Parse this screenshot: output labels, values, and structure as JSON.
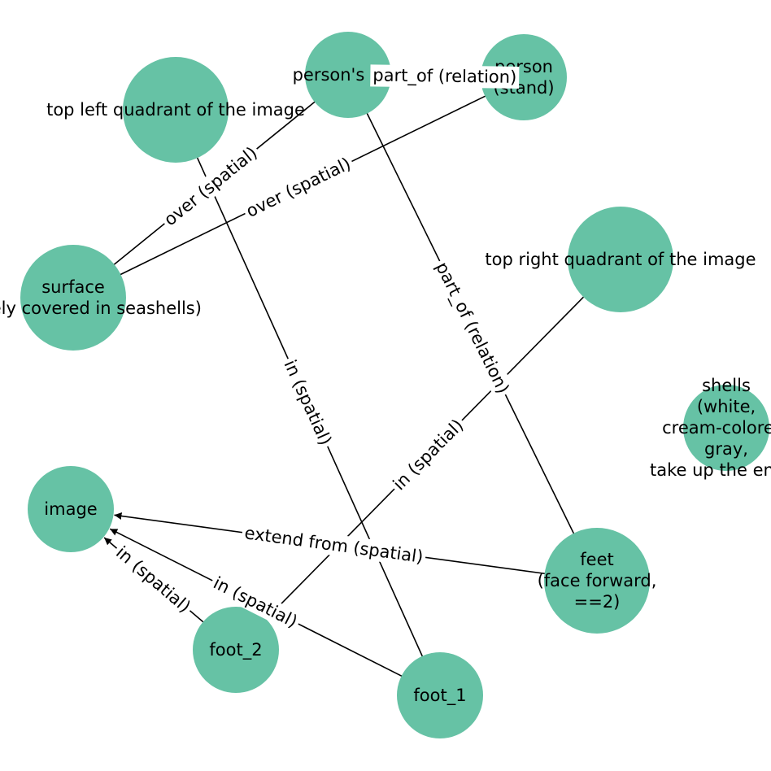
{
  "colors": {
    "node_fill": "#66c2a5",
    "edge": "#000000",
    "background": "#ffffff"
  },
  "nodes": [
    {
      "id": "tlq",
      "lines": [
        "top left quadrant of the image"
      ]
    },
    {
      "id": "pfeet",
      "lines": [
        "person's feet"
      ]
    },
    {
      "id": "person",
      "lines": [
        "person",
        "(stand)"
      ]
    },
    {
      "id": "surface",
      "lines": [
        "surface",
        "(entirely covered in seashells)"
      ]
    },
    {
      "id": "trq",
      "lines": [
        "top right quadrant of the image"
      ]
    },
    {
      "id": "shells",
      "lines": [
        "shells",
        "(white,",
        "cream-colored,",
        "gray,",
        "take up the entire"
      ]
    },
    {
      "id": "image",
      "lines": [
        "image"
      ]
    },
    {
      "id": "feet",
      "lines": [
        "feet",
        "(face forward,",
        "==2)"
      ]
    },
    {
      "id": "foot2",
      "lines": [
        "foot_2"
      ]
    },
    {
      "id": "foot1",
      "lines": [
        "foot_1"
      ]
    }
  ],
  "edges": [
    {
      "source": "pfeet",
      "target": "surface",
      "label": "over (spatial)"
    },
    {
      "source": "person",
      "target": "surface",
      "label": "over (spatial)"
    },
    {
      "source": "pfeet",
      "target": "person",
      "label": "part_of (relation)"
    },
    {
      "source": "pfeet",
      "target": "feet",
      "label": "part_of (relation)"
    },
    {
      "source": "foot1",
      "target": "tlq",
      "label": "in (spatial)"
    },
    {
      "source": "foot2",
      "target": "trq",
      "label": "in (spatial)"
    },
    {
      "source": "feet",
      "target": "image",
      "label": "extend from (spatial)"
    },
    {
      "source": "foot1",
      "target": "image",
      "label": "in (spatial)"
    },
    {
      "source": "foot2",
      "target": "image",
      "label": "in (spatial)"
    }
  ]
}
